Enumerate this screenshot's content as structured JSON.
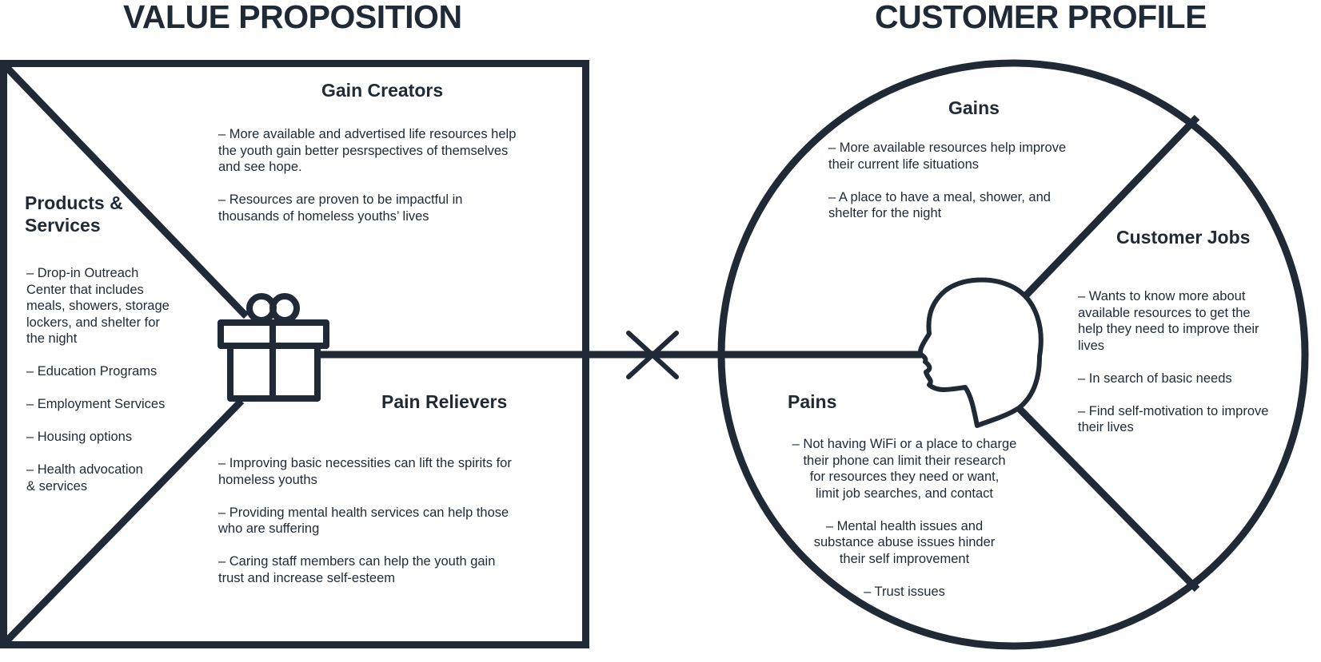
{
  "titles": {
    "value_proposition": "VALUE PROPOSITION",
    "customer_profile": "CUSTOMER PROFILE"
  },
  "value_proposition": {
    "gain_creators": {
      "heading": "Gain Creators",
      "items": [
        "– More available and advertised life resources help\nthe youth gain better pesrspectives of themselves\nand see hope.",
        "– Resources are proven to be impactful in\nthousands of homeless youths’ lives"
      ]
    },
    "products_services": {
      "heading": "Products &\nServices",
      "items": [
        "– Drop-in Outreach\nCenter that includes\nmeals, showers, storage\nlockers, and shelter for\nthe night",
        "– Education Programs",
        "– Employment Services",
        "– Housing options",
        "– Health advocation\n& services"
      ]
    },
    "pain_relievers": {
      "heading": "Pain Relievers",
      "items": [
        "– Improving basic necessities can lift the spirits for\nhomeless youths",
        "– Providing mental health services can help those\nwho are suffering",
        "– Caring staff members can help the youth gain\ntrust and increase self-esteem"
      ]
    }
  },
  "customer_profile": {
    "gains": {
      "heading": "Gains",
      "items": [
        "– More available resources help improve\ntheir current life situations",
        "– A place to have a meal, shower, and\nshelter for the night"
      ]
    },
    "customer_jobs": {
      "heading": "Customer Jobs",
      "items": [
        "– Wants to know more about\navailable resources to get the\nhelp they need to improve their\nlives",
        "– In search of basic needs",
        "– Find self-motivation to improve\ntheir lives"
      ]
    },
    "pains": {
      "heading": "Pains",
      "items": [
        "– Not having WiFi or a place to charge\ntheir phone can limit their research\nfor resources they need or want,\nlimit job searches, and contact",
        "– Mental health issues and\nsubstance abuse issues hinder\ntheir self improvement",
        "– Trust issues"
      ]
    }
  },
  "colors": {
    "ink": "#1f2a36",
    "background": "#ffffff"
  },
  "icons": [
    "gift-icon",
    "fit-cross-icon",
    "head-profile-icon"
  ]
}
